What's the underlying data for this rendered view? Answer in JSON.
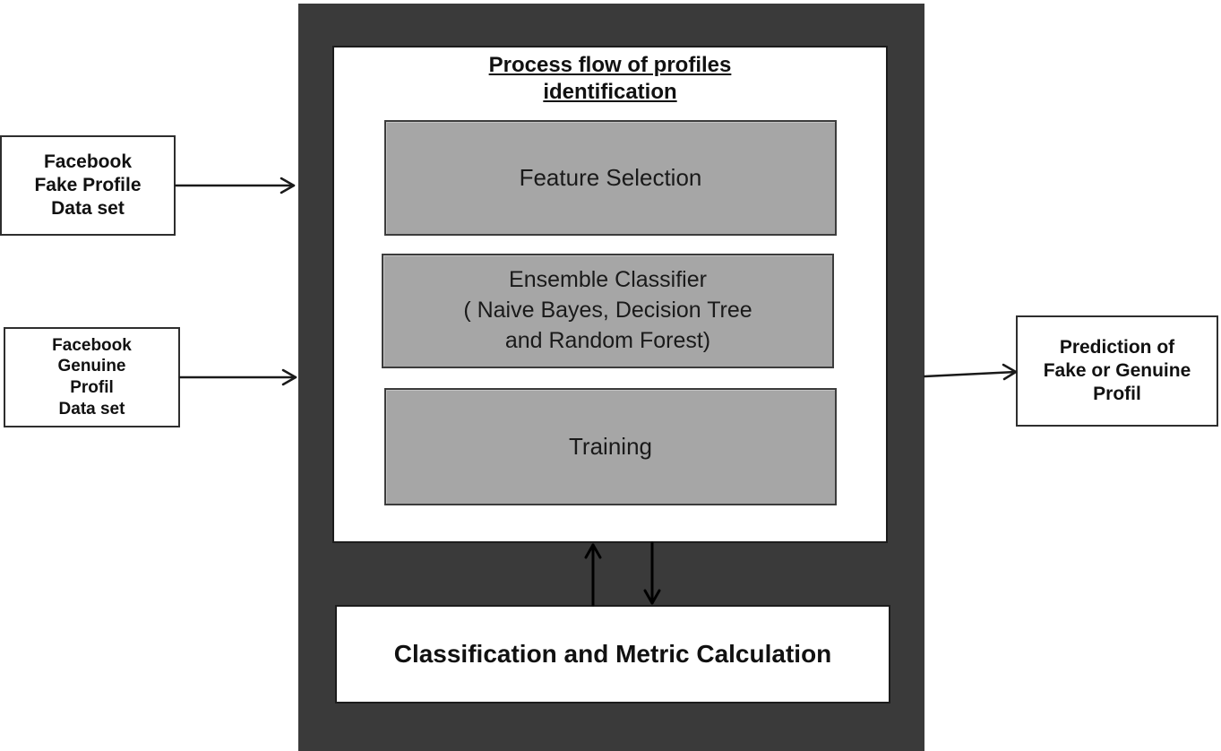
{
  "diagram": {
    "title": {
      "line1": "Process flow of profiles",
      "line2": "identification"
    },
    "inputs": [
      {
        "lines": [
          "Facebook",
          "Fake Profile",
          "Data set"
        ]
      },
      {
        "lines": [
          "Facebook",
          "Genuine",
          "Profil",
          "Data set"
        ]
      }
    ],
    "steps": [
      {
        "lines": [
          "Feature Selection"
        ]
      },
      {
        "lines": [
          "Ensemble Classifier",
          "( Naive Bayes, Decision Tree",
          "and Random Forest)"
        ]
      },
      {
        "lines": [
          "Training"
        ]
      }
    ],
    "metric": {
      "label": "Classification and Metric Calculation"
    },
    "output": {
      "lines": [
        "Prediction of",
        "Fake or Genuine",
        "Profil"
      ]
    },
    "colors": {
      "frame": "#3a3a3a",
      "step_fill": "#a6a6a6",
      "line": "#1a1a1a",
      "background": "#ffffff"
    }
  }
}
